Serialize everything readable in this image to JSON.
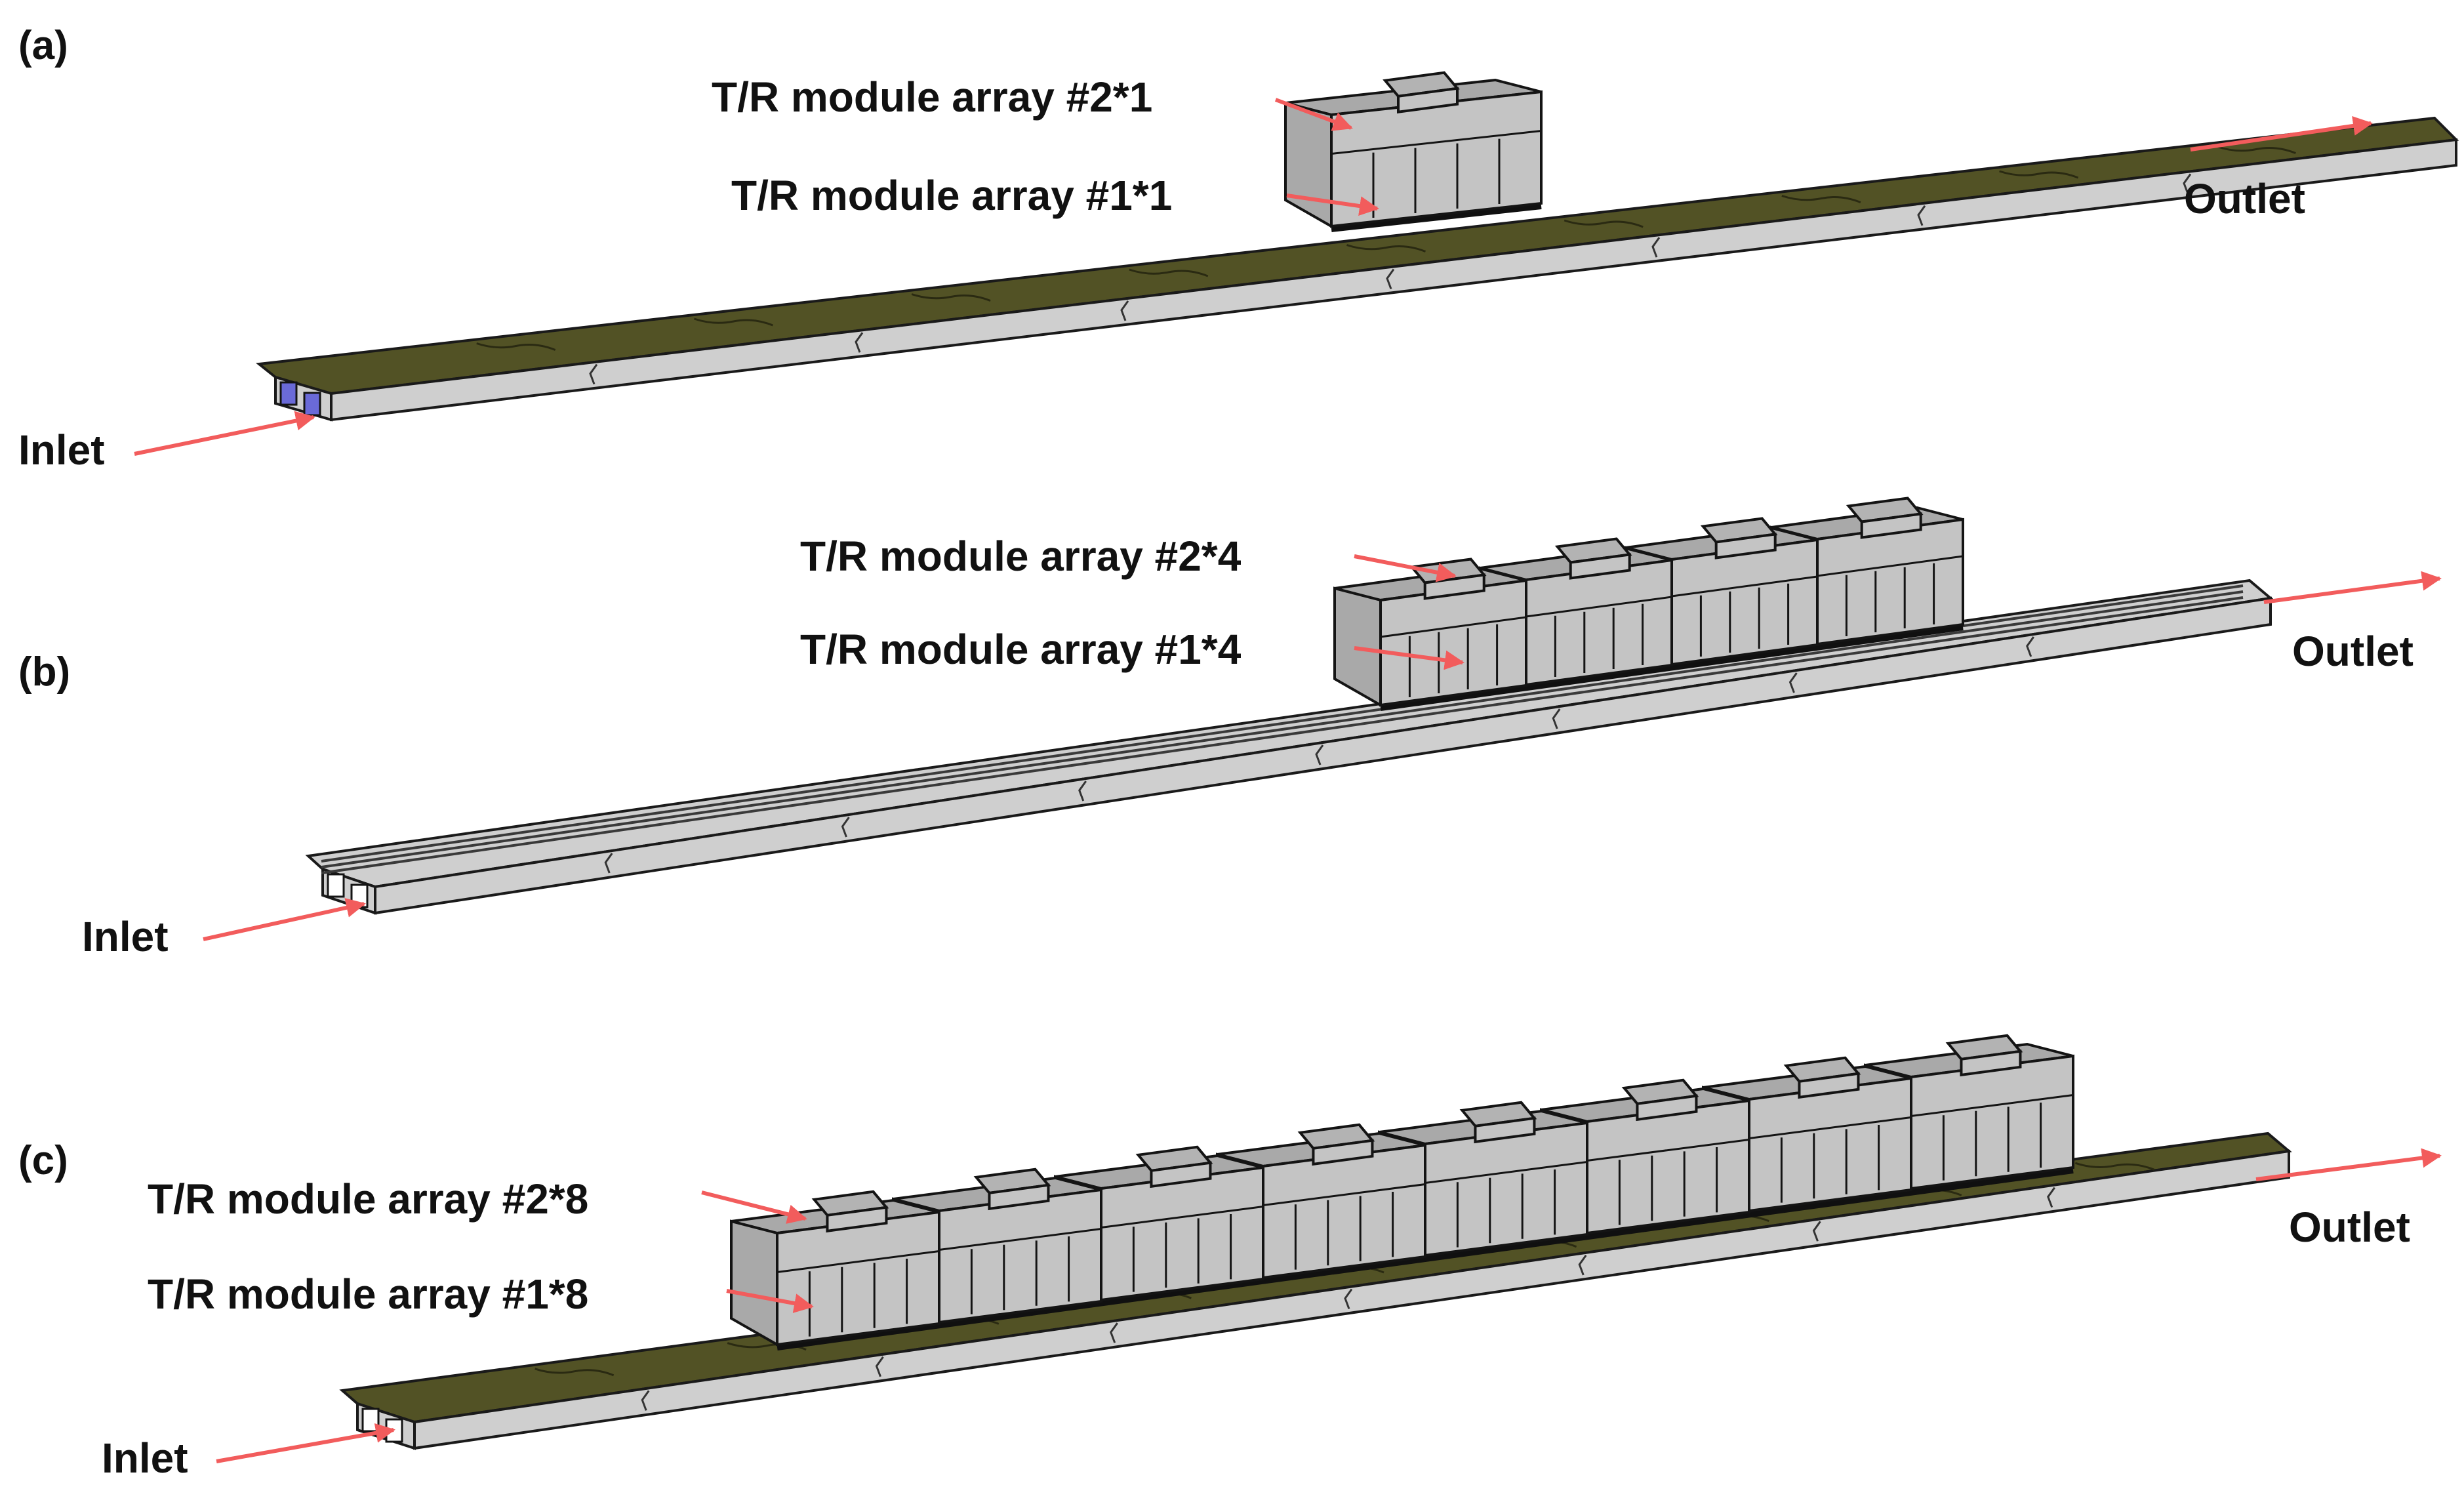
{
  "colors": {
    "arrow": "#f25c5c",
    "plate_top": "#525225",
    "plate_side": "#cfcfcf",
    "plate_edge": "#1a1a1a",
    "module_face": "#c4c4c4",
    "module_top": "#a9a9a9",
    "cap": "#b3b3b3",
    "outline": "#141414",
    "inlet_port": "#6a6ad8"
  },
  "panels": [
    {
      "tag": "(a)",
      "module_count": 1,
      "plate_style": "solid",
      "labels": {
        "array2": "T/R module array #2*1",
        "array1": "T/R module array #1*1",
        "inlet": "Inlet",
        "outlet": "Outlet"
      }
    },
    {
      "tag": "(b)",
      "module_count": 4,
      "plate_style": "channels",
      "labels": {
        "array2": "T/R module array #2*4",
        "array1": "T/R module array #1*4",
        "inlet": "Inlet",
        "outlet": "Outlet"
      }
    },
    {
      "tag": "(c)",
      "module_count": 8,
      "plate_style": "solid",
      "labels": {
        "array2": "T/R module array #2*8",
        "array1": "T/R module array #1*8",
        "inlet": "Inlet",
        "outlet": "Outlet"
      }
    }
  ]
}
